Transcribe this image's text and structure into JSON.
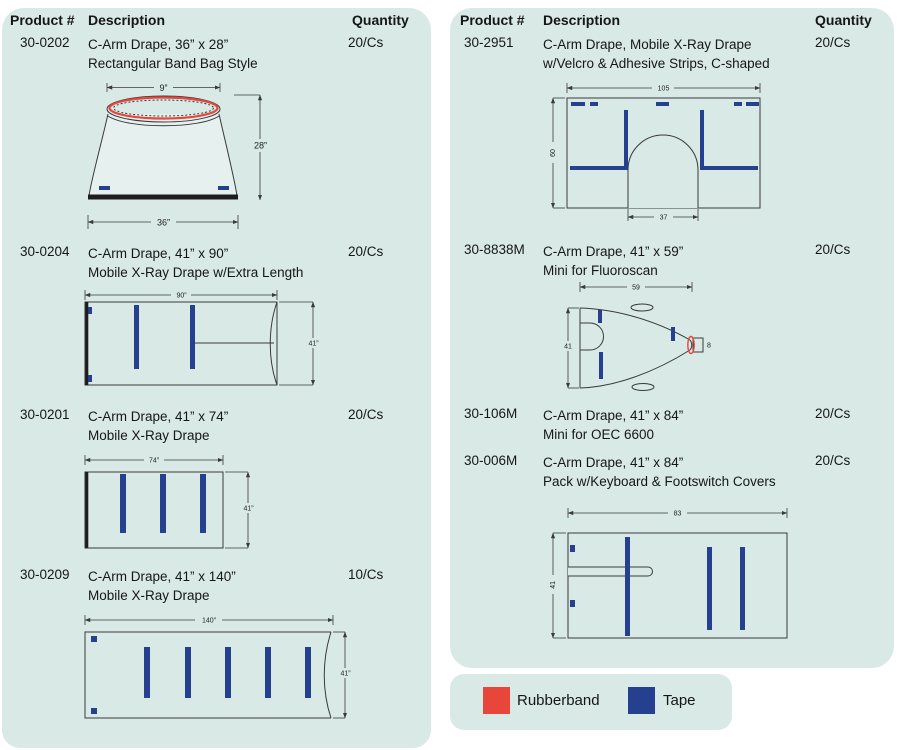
{
  "colors": {
    "panel": "#d8e9e6",
    "tape": "#24408f",
    "rubberband": "#e8453b",
    "line": "#3a3a3a"
  },
  "columns": [
    {
      "headers": {
        "product": "Product #",
        "description": "Description",
        "quantity": "Quantity"
      },
      "rows": [
        {
          "product": "30-0202",
          "desc1": "C-Arm Drape, 36” x 28”",
          "desc2": "Rectangular Band Bag Style",
          "qty": "20/Cs"
        },
        {
          "product": "30-0204",
          "desc1": "C-Arm Drape, 41” x 90”",
          "desc2": "Mobile X-Ray Drape w/Extra Length",
          "qty": "20/Cs"
        },
        {
          "product": "30-0201",
          "desc1": "C-Arm Drape, 41” x 74”",
          "desc2": "Mobile X-Ray Drape",
          "qty": "20/Cs"
        },
        {
          "product": "30-0209",
          "desc1": "C-Arm Drape, 41” x 140”",
          "desc2": "Mobile X-Ray Drape",
          "qty": "10/Cs"
        }
      ]
    },
    {
      "headers": {
        "product": "Product #",
        "description": "Description",
        "quantity": "Quantity"
      },
      "rows": [
        {
          "product": "30-2951",
          "desc1": "C-Arm Drape, Mobile X-Ray Drape",
          "desc2": "w/Velcro & Adhesive Strips, C-shaped",
          "qty": "20/Cs"
        },
        {
          "product": "30-8838M",
          "desc1": "C-Arm Drape, 41” x 59”",
          "desc2": "Mini for Fluoroscan",
          "qty": "20/Cs"
        },
        {
          "product": "30-106M",
          "desc1": "C-Arm Drape, 41” x 84”",
          "desc2": "Mini for OEC 6600",
          "qty": "20/Cs"
        },
        {
          "product": "30-006M",
          "desc1": "C-Arm Drape, 41” x 84”",
          "desc2": "Pack w/Keyboard & Footswitch Covers",
          "qty": "20/Cs"
        }
      ]
    }
  ],
  "diagrams": {
    "bag": {
      "top": "9”",
      "height": "28”",
      "bottom": "36”"
    },
    "d90": {
      "width": "90”",
      "height": "41”"
    },
    "d74": {
      "width": "74”",
      "height": "41”"
    },
    "d140": {
      "width": "140”",
      "height": "41”"
    },
    "cshaped": {
      "width": "105",
      "height": "60",
      "arch": "37"
    },
    "fluoro": {
      "width": "59",
      "height": "41",
      "tip": "8"
    },
    "pack": {
      "width": "83",
      "height": "41"
    }
  },
  "legend": {
    "items": [
      {
        "label": "Rubberband",
        "color": "#e8453b"
      },
      {
        "label": "Tape",
        "color": "#24408f"
      }
    ]
  }
}
